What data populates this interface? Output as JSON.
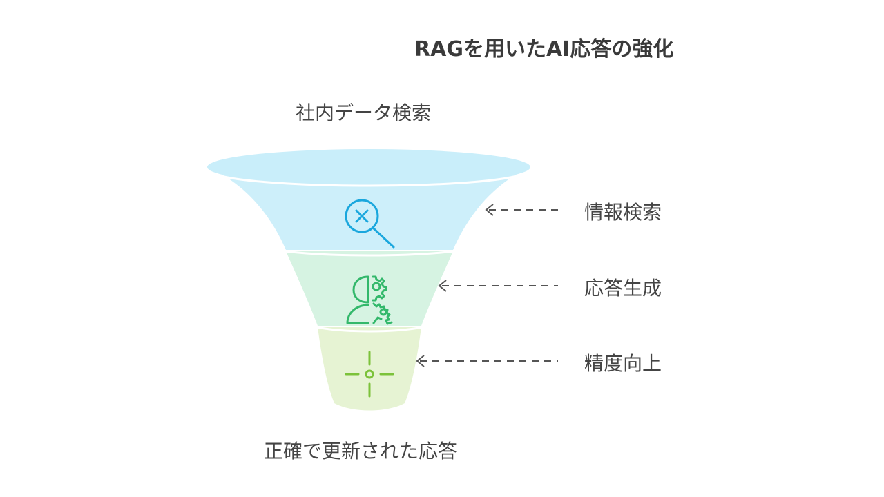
{
  "title": "RAGを用いたAI応答の強化",
  "input_label": "社内データ検索",
  "output_label": "正確で更新された応答",
  "stages": [
    {
      "label": "情報検索",
      "icon": "search-x-icon",
      "fill": "#cdeffa",
      "stroke": "#1aa7dd"
    },
    {
      "label": "応答生成",
      "icon": "ai-head-gears-icon",
      "fill": "#d6f3e2",
      "stroke": "#33b86b"
    },
    {
      "label": "精度向上",
      "icon": "crosshair-icon",
      "fill": "#e6f3d3",
      "stroke": "#7cc23a"
    }
  ],
  "colors": {
    "rim": "#c9eefa",
    "arrow": "#555555",
    "text": "#3a3a3a"
  }
}
